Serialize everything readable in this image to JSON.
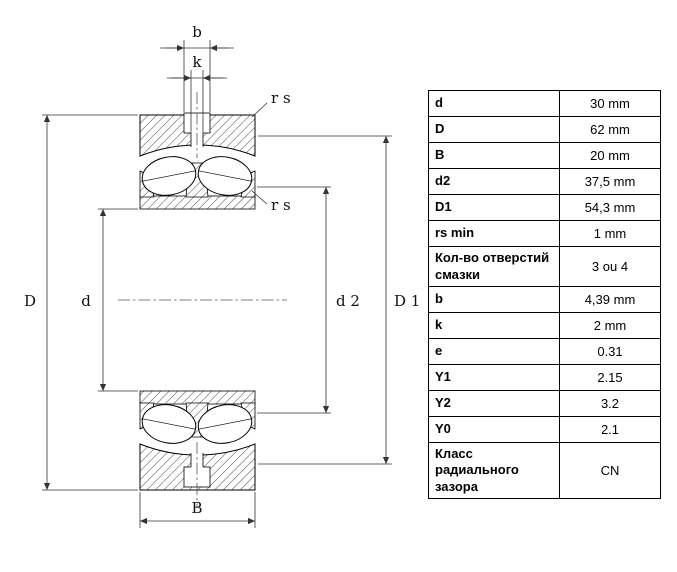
{
  "diagram": {
    "labels": {
      "outer_diameter": "D",
      "bore": "d",
      "d2": "d 2",
      "D1": "D 1",
      "width": "B",
      "groove_width": "b",
      "hole": "k",
      "rs_top": "r s",
      "rs_mid": "r s"
    }
  },
  "table": {
    "rows": [
      {
        "param": "d",
        "value": "30 mm"
      },
      {
        "param": "D",
        "value": "62 mm"
      },
      {
        "param": "B",
        "value": "20 mm"
      },
      {
        "param": "d2",
        "value": "37,5 mm"
      },
      {
        "param": "D1",
        "value": "54,3 mm"
      },
      {
        "param": "rs min",
        "value": "1 mm"
      },
      {
        "param": "Кол-во отверстий смазки",
        "value": "3 ou 4"
      },
      {
        "param": "b",
        "value": "4,39 mm"
      },
      {
        "param": "k",
        "value": "2 mm"
      },
      {
        "param": "e",
        "value": "0.31"
      },
      {
        "param": "Y1",
        "value": "2.15"
      },
      {
        "param": "Y2",
        "value": "3.2"
      },
      {
        "param": "Y0",
        "value": "2.1"
      },
      {
        "param": "Класс радиального зазора",
        "value": "CN"
      }
    ]
  }
}
